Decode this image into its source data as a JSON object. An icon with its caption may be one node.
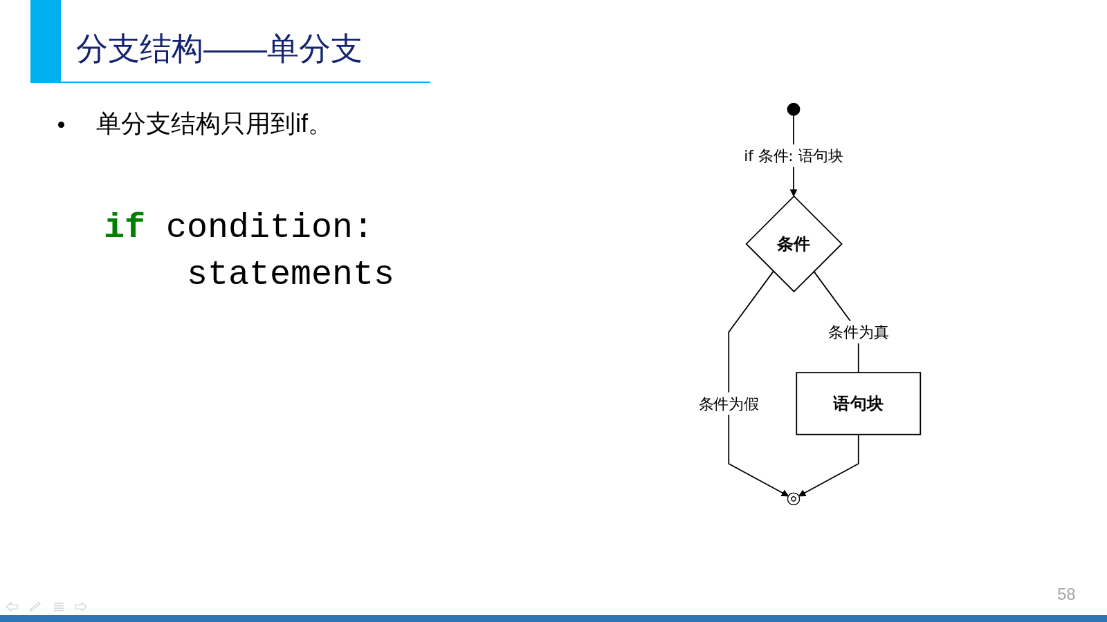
{
  "diagram": {
    "title": "分支结构——单分支",
    "nodes": [
      {
        "text": [],
        "shape": "circle"
      },
      {
        "text": [
          "条件"
        ]
      },
      {
        "text": [
          "语句块"
        ]
      },
      {
        "text": [],
        "shape": "circle"
      }
    ],
    "edges": [
      {
        "from": 0,
        "to": 1,
        "arrow": "to",
        "label": "if 条件: 语句块"
      },
      {
        "from": 1,
        "to": 2,
        "arrow": "none",
        "label": "条件为真"
      },
      {
        "from": 1,
        "to": 3,
        "arrow": "to",
        "label": "条件为假"
      },
      {
        "from": 2,
        "to": 3,
        "arrow": "to"
      }
    ],
    "labels": [
      "单分支结构只用到if。",
      "**if** condition: statements",
      "58"
    ]
  }
}
